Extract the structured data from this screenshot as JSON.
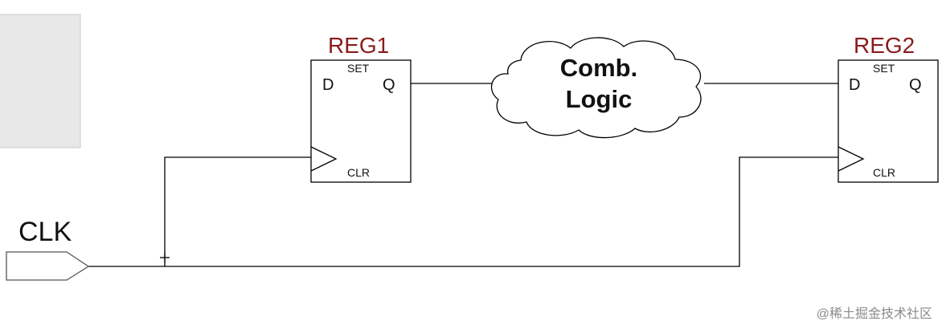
{
  "diagram": {
    "clock": {
      "label": "CLK"
    },
    "registers": [
      {
        "name": "REG1",
        "set": "SET",
        "clr": "CLR",
        "d": "D",
        "q": "Q"
      },
      {
        "name": "REG2",
        "set": "SET",
        "clr": "CLR",
        "d": "D",
        "q": "Q"
      }
    ],
    "logic": {
      "line1": "Comb.",
      "line2": "Logic"
    }
  },
  "watermark": "@稀土掘金技术社区",
  "colors": {
    "register_title": "#8b1a1a",
    "panel": "#e8e8e8",
    "line": "#000000"
  }
}
